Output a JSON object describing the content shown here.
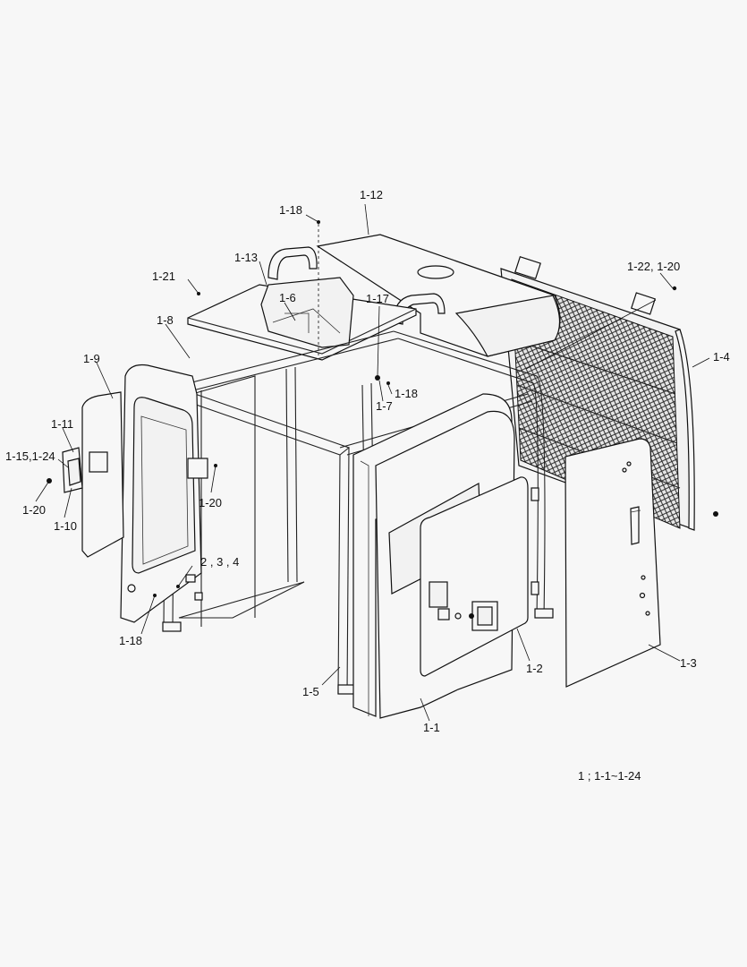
{
  "labels": {
    "l_1_12": "1-12",
    "l_1_18_top": "1-18",
    "l_1_13": "1-13",
    "l_1_21": "1-21",
    "l_1_6": "1-6",
    "l_1_17": "1-17",
    "l_1_8": "1-8",
    "l_1_9": "1-9",
    "l_1_7": "1-7",
    "l_1_18_mid": "1-18",
    "l_1_22_20": "1-22, 1-20",
    "l_1_4": "1-4",
    "l_1_11": "1-11",
    "l_1_15_24": "1-15,1-24",
    "l_1_20_left": "1-20",
    "l_1_10": "1-10",
    "l_1_20_mid": "1-20",
    "l_2_3_4": "2 , 3 , 4",
    "l_1_18_bot": "1-18",
    "l_1_5": "1-5",
    "l_1_2": "1-2",
    "l_1_3": "1-3",
    "l_1_1": "1-1"
  },
  "footnote": "1 ; 1-1~1-24"
}
